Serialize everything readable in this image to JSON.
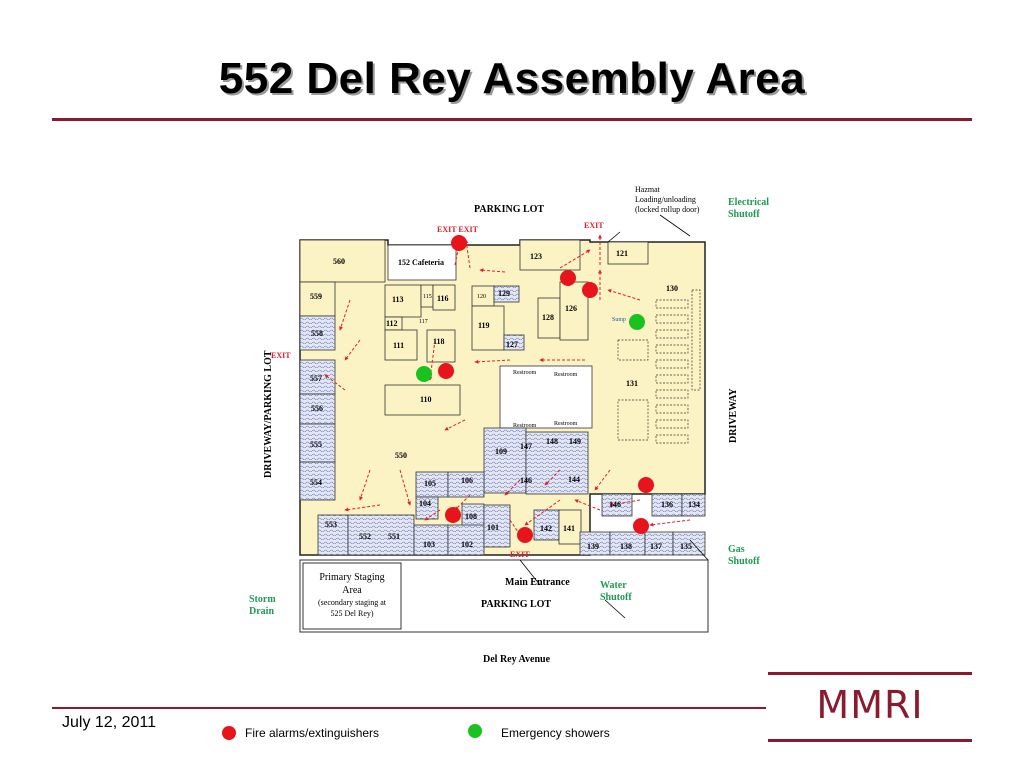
{
  "slide": {
    "title": "552 Del Rey Assembly Area",
    "date": "July 12, 2011",
    "logo_text": "MMRI",
    "accent_color": "#8b1a2e"
  },
  "legend": [
    {
      "label": "Fire alarms/extinguishers",
      "color": "#e8141c",
      "icon": "red-dot-icon"
    },
    {
      "label": "Emergency showers",
      "color": "#19c21f",
      "icon": "green-dot-icon"
    }
  ],
  "plan": {
    "parking_lot_top": "PARKING LOT",
    "parking_lot_bottom": "PARKING LOT",
    "driveway_left": "DRIVEWAY/PARKING LOT",
    "driveway_right": "DRIVEWAY",
    "street": "Del Rey Avenue",
    "main_entrance": "Main Entrance",
    "hazmat": [
      "Hazmat",
      "Loading/unloading",
      "(locked rollup door)"
    ],
    "electrical": [
      "Electrical",
      "Shutoff"
    ],
    "gas": [
      "Gas",
      "Shutoff"
    ],
    "water": [
      "Water",
      "Shutoff"
    ],
    "storm": [
      "Storm",
      "Drain"
    ],
    "staging": [
      "Primary Staging",
      "Area",
      "(secondary staging at",
      "525 Del Rey)"
    ],
    "exit": "EXIT",
    "exit_double": "EXIT EXIT",
    "sump": "Sump",
    "restroom": "Restroom",
    "rooms": {
      "r560": "560",
      "r152": "152 Cafeteria",
      "r123": "123",
      "r121": "121",
      "r130": "130",
      "r559": "559",
      "r113": "113",
      "r115": "115",
      "r116": "116",
      "r120": "120",
      "r129": "129",
      "r126": "126",
      "r558": "558",
      "r112": "112",
      "r117": "117",
      "r119": "119",
      "r128": "128",
      "r111": "111",
      "r118": "118",
      "r127": "127",
      "r557": "557",
      "r131": "131",
      "r110": "110",
      "r556": "556",
      "r109": "109",
      "r147": "147",
      "r148": "148",
      "r149": "149",
      "r555": "555",
      "r550": "550",
      "r554": "554",
      "r105": "105",
      "r106": "106",
      "r146a": "146",
      "r144": "144",
      "r104": "104",
      "r108": "108",
      "r146b": "146",
      "r136": "136",
      "r134": "134",
      "r553": "553",
      "r552": "552",
      "r551": "551",
      "r103": "103",
      "r102": "102",
      "r101": "101",
      "r142": "142",
      "r141": "141",
      "r139": "139",
      "r138": "138",
      "r137": "137",
      "r135": "135"
    }
  }
}
